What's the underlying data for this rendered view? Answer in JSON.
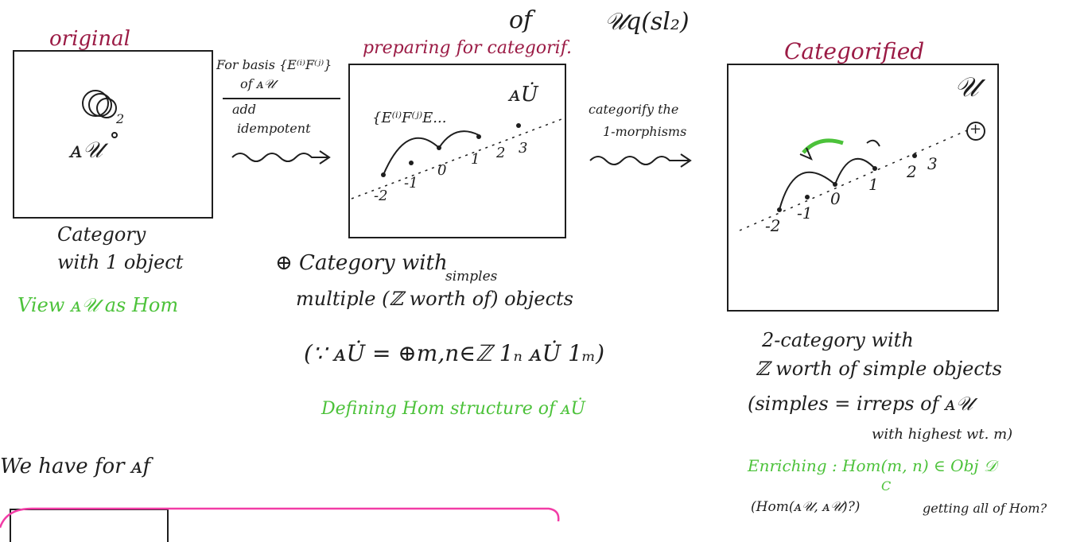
{
  "header": {
    "of_word": "of",
    "algebra": "𝒰q(sl₂)"
  },
  "original": {
    "title": "original",
    "object_label": "ᴀ𝒰",
    "loop_label": "2",
    "caption_line1": "Category",
    "caption_line2": "with 1 object",
    "green_note": "View ᴀ𝒰 as Hom"
  },
  "arrow1": {
    "line1": "For basis {E⁽ⁱ⁾F⁽ʲ⁾}",
    "line2": "of ᴀ𝒰",
    "line3": "add",
    "line4": "idempotent"
  },
  "middle": {
    "title": "preparing for categorif.",
    "corner_label": "ᴀU̇",
    "arc_label": "{E⁽ⁱ⁾F⁽ʲ⁾E...",
    "ticks": [
      "-2",
      "-1",
      "0",
      "1",
      "2",
      "3"
    ],
    "caption_line1": "⊕ Category with",
    "caption_simples": "simples",
    "caption_line2": "multiple (ℤ worth of) objects",
    "formula": "(∵ ᴀU̇ = ⊕m,n∈ℤ 1ₙ ᴀU̇ 1ₘ)",
    "green_note": "Defining Hom structure of ᴀU̇"
  },
  "arrow2": {
    "line1": "categorify the",
    "line2": "1-morphisms"
  },
  "categorified": {
    "title": "Categorified",
    "corner_label": "𝒰",
    "plus_label": "+",
    "ticks": [
      "-2",
      "-1",
      "0",
      "1",
      "2",
      "3"
    ],
    "caption_line1": "2-category with",
    "caption_line2": "ℤ worth of simple objects",
    "caption_line3": "(simples = irreps of ᴀ𝒰",
    "caption_line4": "with highest wt. m)",
    "green_note": "Enriching : Hom(m, n) ∈ Obj 𝒟",
    "green_sub": "C",
    "bottom_note_left": "(Hom(ᴀ𝒰, ᴀ𝒰)?)",
    "bottom_note_right": "getting all of Hom?"
  },
  "footer": {
    "text": "We have for ᴀf"
  }
}
